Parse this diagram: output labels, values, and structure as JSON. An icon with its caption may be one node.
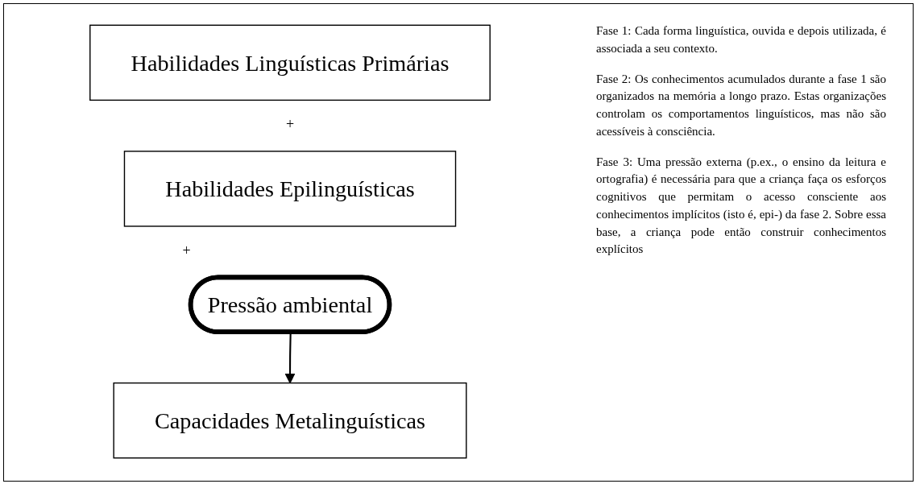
{
  "diagram": {
    "nodes": [
      {
        "text": [
          "Habilidades Linguísticas Primárias"
        ]
      },
      {
        "text": [
          "Habilidades Epilinguísticas"
        ]
      },
      {
        "text": [
          "Pressão ambiental"
        ]
      },
      {
        "text": [
          "Capacidades Metalinguísticas"
        ]
      }
    ],
    "edges": [
      {
        "from": 2,
        "to": 3,
        "arrow": "to"
      }
    ],
    "labels": [
      "+",
      "+",
      "Fase 1: Cada forma linguística, ouvida e depois utilizada, é associada a seu contexto.",
      "Fase 2: Os conhecimentos acumulados durante a fase 1 são organizados na memória a longo prazo. Estas organizações controlam os comportamentos linguísticos, mas não são acessíveis à consciência.",
      "Fase 3: Uma pressão externa (p.ex., o ensino da leitura e ortografia) é necessária para que a criança faça os esforços cognitivos que permitam o acesso consciente aos conhecimentos implícitos (isto é, epi-) da fase 2. Sobre essa base, a criança pode então construir conhecimentos explícitos"
    ]
  }
}
